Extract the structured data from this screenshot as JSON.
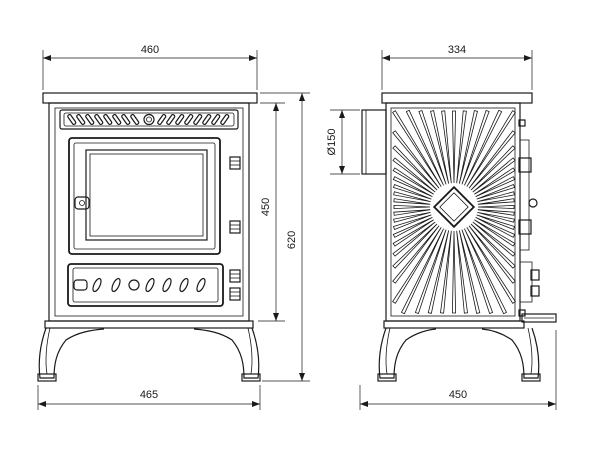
{
  "dimensions": {
    "front_width_top": "460",
    "front_width_bottom": "465",
    "front_height_inner": "450",
    "front_height_total": "620",
    "side_depth_top": "334",
    "side_depth_bottom": "450",
    "flue_diameter": "Ø150"
  },
  "colors": {
    "line": "#1a1a1a",
    "background": "#ffffff"
  }
}
